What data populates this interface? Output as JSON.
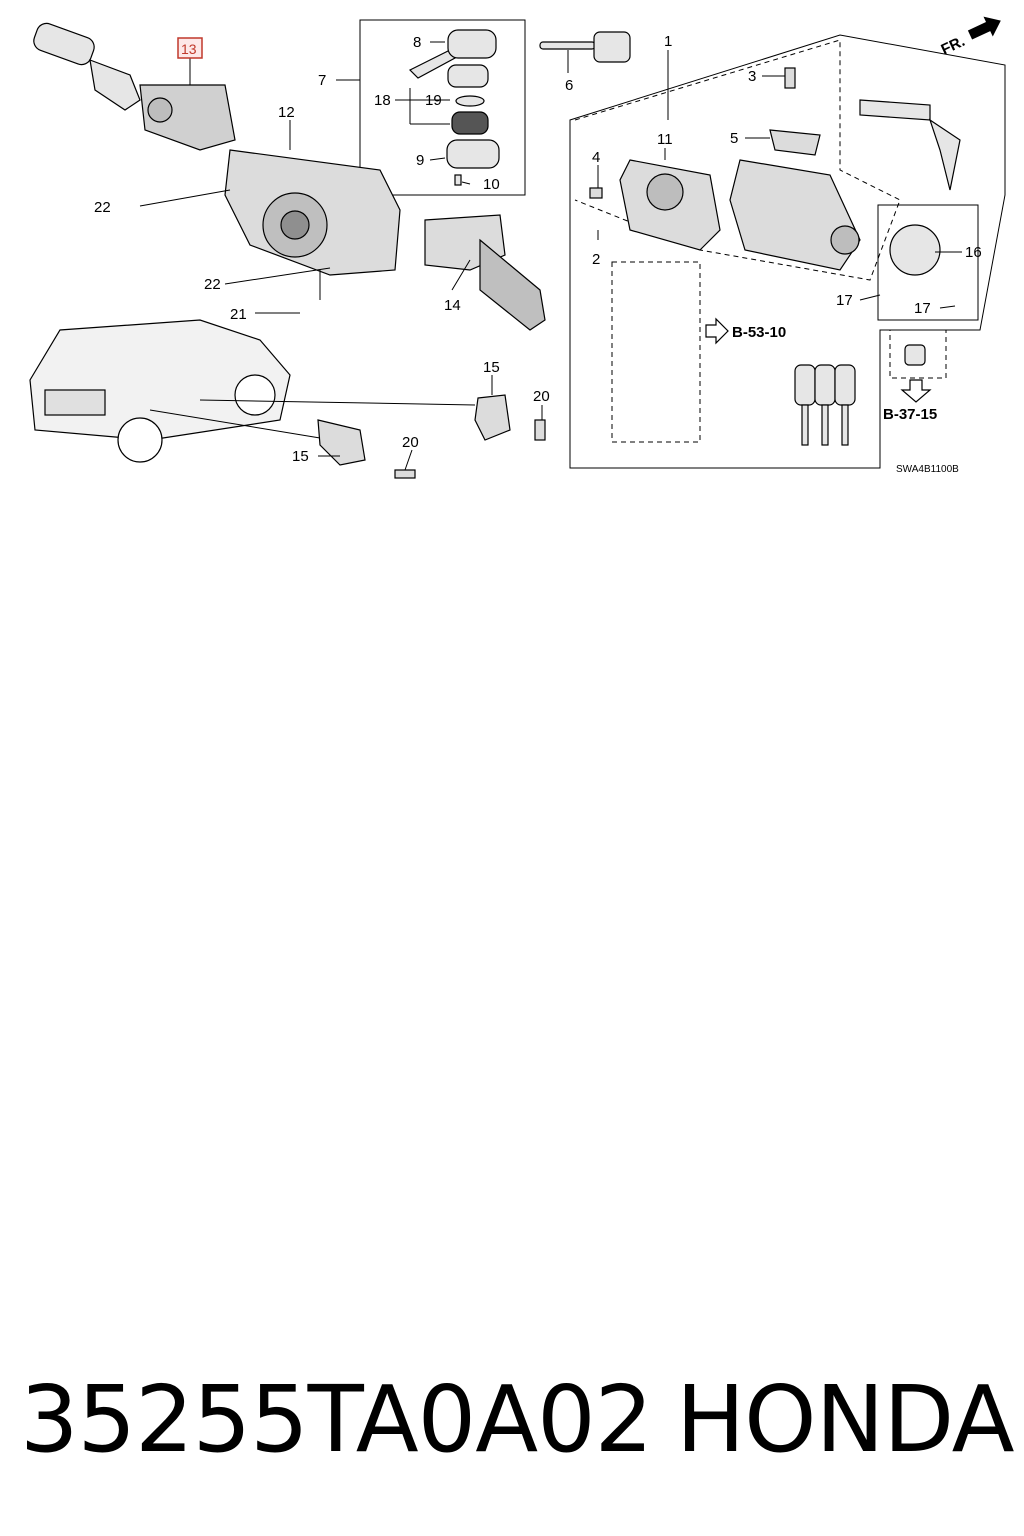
{
  "diagram": {
    "callouts": {
      "c1": "1",
      "c2": "2",
      "c3": "3",
      "c4": "4",
      "c5": "5",
      "c6": "6",
      "c7": "7",
      "c8": "8",
      "c9": "9",
      "c10": "10",
      "c11": "11",
      "c12": "12",
      "c13": "13",
      "c14": "14",
      "c15a": "15",
      "c15b": "15",
      "c16": "16",
      "c17a": "17",
      "c17b": "17",
      "c18": "18",
      "c19": "19",
      "c20a": "20",
      "c20b": "20",
      "c21": "21",
      "c22a": "22",
      "c22b": "22"
    },
    "highlighted_callout": "13",
    "direction_label": "FR.",
    "refs": {
      "ref1": "B-53-10",
      "ref2": "B-37-15"
    },
    "diagram_code": "SWA4B1100B",
    "colors": {
      "highlight": "#c0392b",
      "highlight_fill": "#fde8e8",
      "line": "#000000"
    }
  },
  "footer": {
    "part_number": "35255TA0A02",
    "brand": "HONDA"
  }
}
